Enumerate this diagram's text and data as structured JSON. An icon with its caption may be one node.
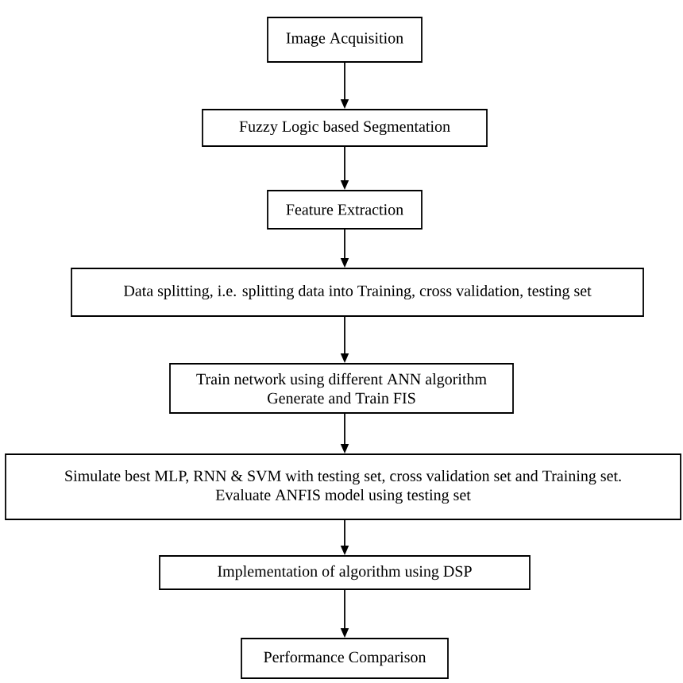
{
  "diagram": {
    "nodes": [
      {
        "text": [
          "Image Acquisition"
        ]
      },
      {
        "text": [
          "Fuzzy Logic based Segmentation"
        ]
      },
      {
        "text": [
          "Feature Extraction"
        ]
      },
      {
        "text": [
          "Data splitting, i.e. splitting data into Training, cross validation, testing set"
        ]
      },
      {
        "text": [
          "Train network using different ANN algorithm",
          "Generate and Train FIS"
        ]
      },
      {
        "text": [
          "Simulate best MLP, RNN & SVM with testing set, cross validation set and Training set.",
          "Evaluate ANFIS model using testing set"
        ]
      },
      {
        "text": [
          "Implementation of algorithm using DSP"
        ]
      },
      {
        "text": [
          "Performance Comparison"
        ]
      }
    ],
    "edges": [
      {
        "from": 0,
        "to": 1,
        "arrow": "to"
      },
      {
        "from": 1,
        "to": 2,
        "arrow": "to"
      },
      {
        "from": 2,
        "to": 3,
        "arrow": "to"
      },
      {
        "from": 3,
        "to": 4,
        "arrow": "to"
      },
      {
        "from": 4,
        "to": 5,
        "arrow": "to"
      },
      {
        "from": 5,
        "to": 6,
        "arrow": "to"
      },
      {
        "from": 6,
        "to": 7,
        "arrow": "to"
      }
    ]
  }
}
